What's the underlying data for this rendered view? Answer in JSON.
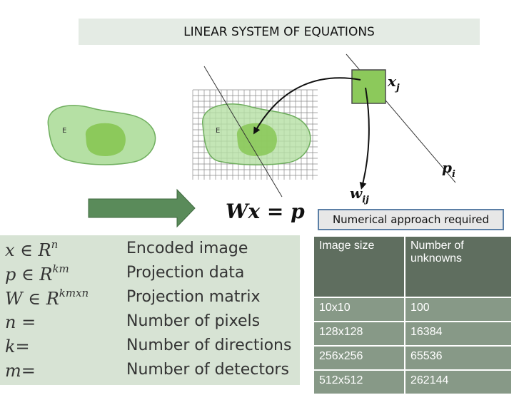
{
  "title": "LINEAR SYSTEM OF EQUATIONS",
  "diagram": {
    "region_label_left": "E",
    "region_label_right": "E",
    "pixel_label": "x",
    "pixel_label_sub": "j",
    "weight_label": "w",
    "weight_label_sub": "ij",
    "ray_label": "p",
    "ray_label_sub": "i",
    "equation": "Wx = p",
    "colors": {
      "region_fill": "#b5e0a4",
      "region_stroke": "#6fae5e",
      "core_fill": "#8cc95b",
      "pixel_fill": "#8cc95b",
      "arrow_fill": "#5a8b5a"
    }
  },
  "equations": [
    {
      "symbol": "x ∈ R",
      "sup": "n",
      "desc": "Encoded image"
    },
    {
      "symbol": "p ∈ R",
      "sup": "km",
      "desc": "Projection data"
    },
    {
      "symbol": "W ∈ R",
      "sup": "kmxn",
      "desc": "Projection matrix"
    },
    {
      "symbol": "n =",
      "sup": "",
      "desc": "Number of pixels"
    },
    {
      "symbol": "k=",
      "sup": "",
      "desc": "Number of directions"
    },
    {
      "symbol": "m=",
      "sup": "",
      "desc": "Number of detectors"
    }
  ],
  "numerical_note": "Numerical approach required",
  "table": {
    "headers": [
      "Image size",
      "Number of unknowns"
    ],
    "rows": [
      [
        "10x10",
        "100"
      ],
      [
        "128x128",
        "16384"
      ],
      [
        "256x256",
        "65536"
      ],
      [
        "512x512",
        "262144"
      ]
    ]
  }
}
